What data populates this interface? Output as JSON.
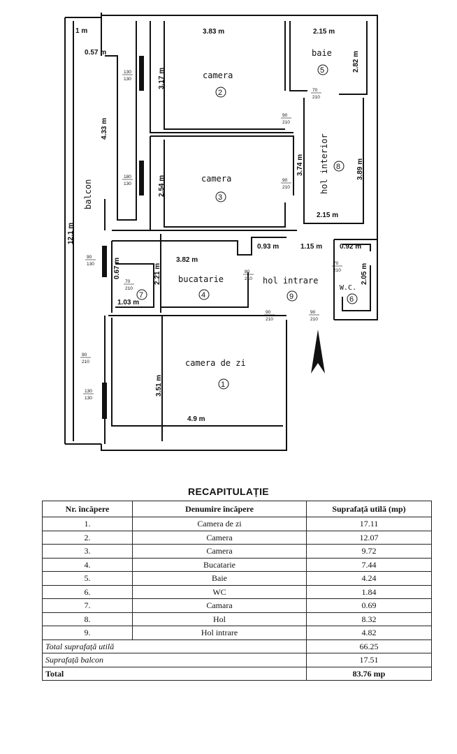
{
  "plan": {
    "rooms": {
      "camera_2": {
        "label": "camera",
        "num": "2"
      },
      "camera_3": {
        "label": "camera",
        "num": "3"
      },
      "baie": {
        "label": "baie",
        "num": "5"
      },
      "hol_interior": {
        "label": "hol interior",
        "num": "8"
      },
      "bucatarie": {
        "label": "bucatarie",
        "num": "4"
      },
      "hol_intrare": {
        "label": "hol intrare",
        "num": "9"
      },
      "wc": {
        "label": "W.C.",
        "num": "6"
      },
      "camara": {
        "num": "7"
      },
      "camera_de_zi": {
        "label": "camera de zi",
        "num": "1"
      },
      "balcon": {
        "label": "balcon"
      }
    },
    "dims": {
      "d_1m": "1 m",
      "d_057": "0.57 m",
      "d_383": "3.83 m",
      "d_215_top": "2.15 m",
      "d_282": "2.82 m",
      "d_317": "3.17 m",
      "d_433": "4.33 m",
      "d_254": "2.54 m",
      "d_374": "3.74 m",
      "d_389": "3.89 m",
      "d_215_mid": "2.15 m",
      "d_121": "12.1 m",
      "d_093": "0.93 m",
      "d_115": "1.15 m",
      "d_092": "0.92 m",
      "d_382": "3.82 m",
      "d_067": "0.67 m",
      "d_221": "2.21 m",
      "d_103": "1.03 m",
      "d_205": "2.05 m",
      "d_351": "3.51 m",
      "d_49": "4.9 m"
    },
    "openings": {
      "w_130_1": [
        "130",
        "130"
      ],
      "w_180": [
        "180",
        "130"
      ],
      "w_90_130": [
        "90",
        "130"
      ],
      "w_130_2": [
        "130",
        "130"
      ],
      "d_70_baie": [
        "70",
        "210"
      ],
      "d_90_c2": [
        "90",
        "210"
      ],
      "d_90_c3": [
        "90",
        "210"
      ],
      "d_70_camara": [
        "70",
        "210"
      ],
      "d_80_buc": [
        "80",
        "210"
      ],
      "d_70_wc": [
        "70",
        "210"
      ],
      "d_90_zi_a": [
        "90",
        "210"
      ],
      "d_90_zi_b": [
        "90",
        "210"
      ],
      "d_90_balc": [
        "90",
        "210"
      ]
    }
  },
  "recap": {
    "title": "RECAPITULAȚIE",
    "headers": [
      "Nr. încăpere",
      "Denumire încăpere",
      "Suprafață utilă (mp)"
    ],
    "rows": [
      {
        "nr": "1.",
        "name": "Camera de zi",
        "area": "17.11"
      },
      {
        "nr": "2.",
        "name": "Camera",
        "area": "12.07"
      },
      {
        "nr": "3.",
        "name": "Camera",
        "area": "9.72"
      },
      {
        "nr": "4.",
        "name": "Bucatarie",
        "area": "7.44"
      },
      {
        "nr": "5.",
        "name": "Baie",
        "area": "4.24"
      },
      {
        "nr": "6.",
        "name": "WC",
        "area": "1.84"
      },
      {
        "nr": "7.",
        "name": "Camara",
        "area": "0.69"
      },
      {
        "nr": "8.",
        "name": "Hol",
        "area": "8.32"
      },
      {
        "nr": "9.",
        "name": "Hol intrare",
        "area": "4.82"
      }
    ],
    "total_util_label": "Total suprafață utilă",
    "total_util_value": "66.25",
    "balcon_label": "Suprafață balcon",
    "balcon_value": "17.51",
    "total_label": "Total",
    "total_value": "83.76 mp"
  }
}
